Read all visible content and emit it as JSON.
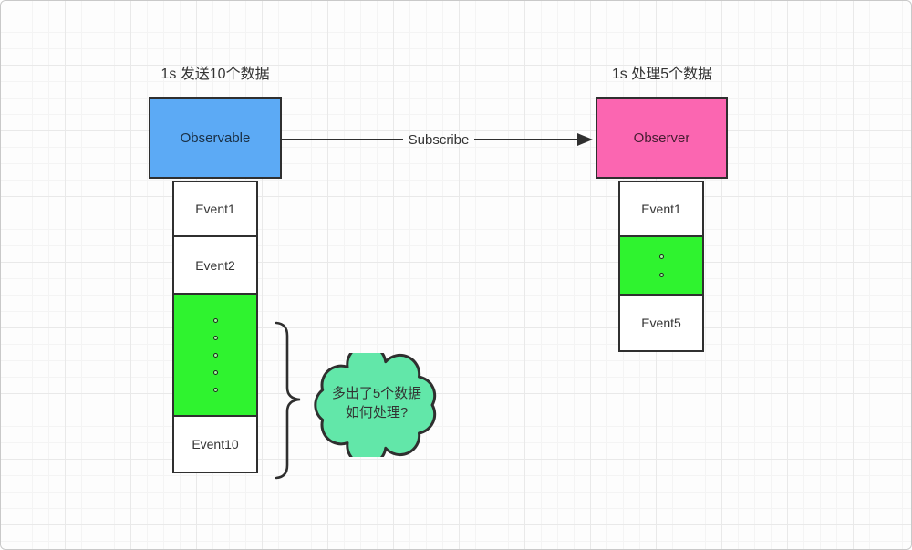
{
  "diagram": {
    "left": {
      "caption": "1s 发送10个数据",
      "source_label": "Observable",
      "events": [
        "Event1",
        "Event2",
        "Event10"
      ],
      "skipped_dot_count": 5
    },
    "connection": {
      "label": "Subscribe"
    },
    "right": {
      "caption": "1s 处理5个数据",
      "target_label": "Observer",
      "events": [
        "Event1",
        "Event5"
      ],
      "skipped_dot_count": 2
    },
    "annotation": {
      "line1": "多出了5个数据",
      "line2": "如何处理?"
    },
    "colors": {
      "observable_fill": "#5caaf5",
      "observer_fill": "#fb66b1",
      "event_highlight_fill": "#2ff32f",
      "cloud_fill": "#62e7a9",
      "stroke": "#2f2f2f"
    }
  }
}
